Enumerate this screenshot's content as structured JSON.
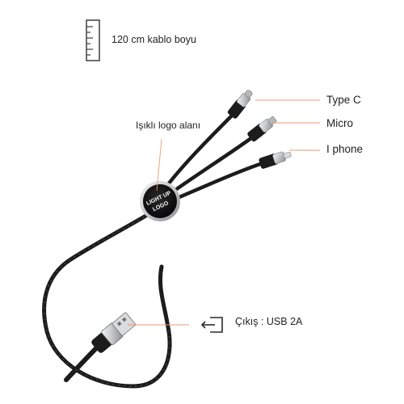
{
  "labels": {
    "cable_length": "120 cm kablo boyu",
    "logo_area": "Işıklı logo alanı",
    "type_c": "Type C",
    "micro": "Micro",
    "iphone": "I phone",
    "output": "Çıkış : USB 2A"
  },
  "logo_text": [
    "LIGHT UP",
    "LOGO"
  ],
  "icons": {
    "ruler": "ruler-icon",
    "output": "output-arrow-icon"
  },
  "colors": {
    "cable": "#1c1c1c",
    "leader_line": "#e89a72",
    "logo_glow": "#ffffff",
    "connector_metal": "#c9cbcd"
  }
}
